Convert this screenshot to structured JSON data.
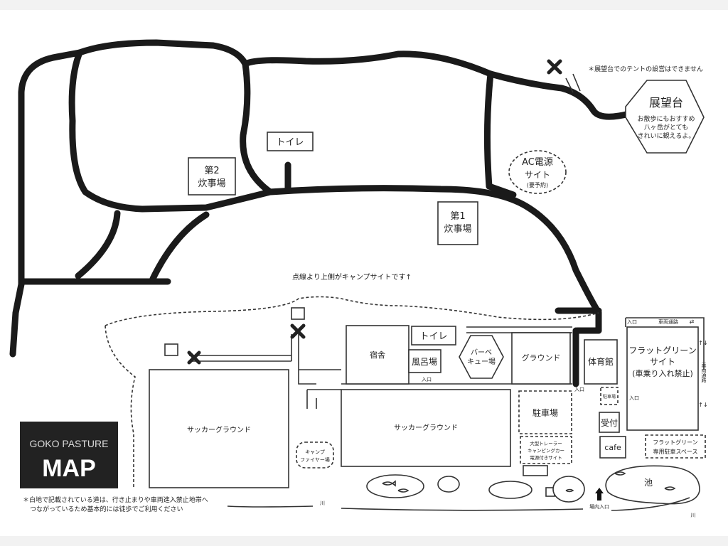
{
  "notes": {
    "observatory_no_tent": "＊展望台でのテントの設営はできません",
    "camp_boundary": "点線より上側がキャンプサイトです↑",
    "footer_line1": "＊白地で記載されている道は、行き止まりや車両進入禁止地帯へ",
    "footer_line2": "つながっているため基本的には徒歩でご利用ください"
  },
  "logo": {
    "line1": "GOKO PASTURE",
    "line2": "MAP"
  },
  "places": {
    "observatory": "展望台",
    "observatory_desc1": "お散歩にもおすすめ",
    "observatory_desc2": "八ヶ岳がとても",
    "observatory_desc3": "きれいに観えるよ。",
    "ac_power1": "AC電源",
    "ac_power2": "サイト",
    "ac_power3": "(要予約)",
    "toilet_top": "トイレ",
    "kitchen2_1": "第2",
    "kitchen2_2": "炊事場",
    "kitchen1_1": "第1",
    "kitchen1_2": "炊事場",
    "dormitory": "宿舎",
    "toilet": "トイレ",
    "bath": "風呂場",
    "entrance": "入口",
    "bbq1": "バーベ",
    "bbq2": "キュー場",
    "ground": "グラウンド",
    "gym": "体育館",
    "flat_green1": "フラットグリーン",
    "flat_green2": "サイト",
    "flat_green3": "(車乗り入れ禁止)",
    "vehicle_road": "車両通路",
    "parking_small": "駐車場",
    "parking": "駐車場",
    "reception": "受付",
    "cafe": "cafe",
    "trailer1": "大型トレーラー",
    "trailer2": "キャンピングカー",
    "trailer3": "電源付きサイト",
    "fg_parking1": "フラットグリーン",
    "fg_parking2": "専用駐車スペース",
    "soccer_left": "サッカーグラウンド",
    "soccer_center": "サッカーグラウンド",
    "campfire1": "キャンプ",
    "campfire2": "ファイヤー場",
    "pond": "池",
    "river": "川",
    "main_entrance": "場内入口",
    "arrows_lr": "⇄",
    "arrows_ud": "↑↓"
  }
}
